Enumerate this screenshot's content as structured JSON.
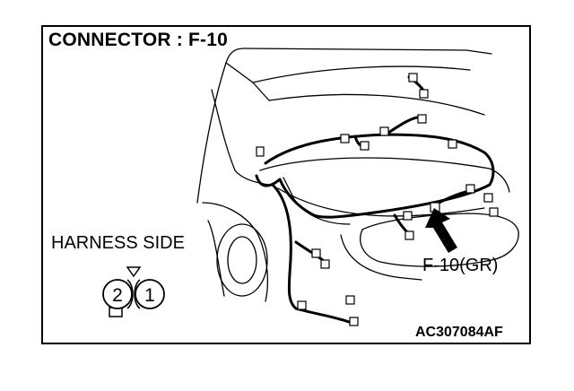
{
  "title": "CONNECTOR : F-10",
  "harness_label": "HARNESS SIDE",
  "connector": {
    "pins": [
      "2",
      "1"
    ]
  },
  "callout_label": "F-10(GR)",
  "figure_code": "AC307084AF",
  "icons": [
    "connector-face-icon",
    "pointer-arrow-icon",
    "car-rear-outline-icon"
  ],
  "colors": {
    "line": "#000000",
    "background": "#ffffff"
  }
}
